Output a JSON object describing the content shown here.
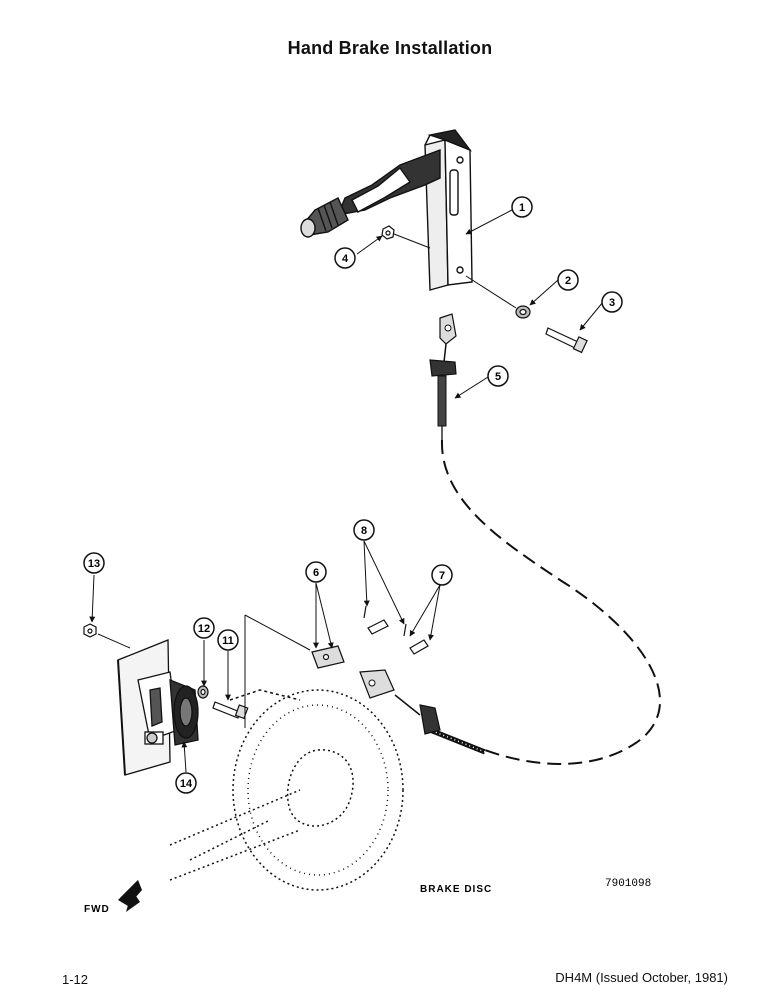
{
  "title": "Hand Brake Installation",
  "callouts": [
    "1",
    "2",
    "3",
    "4",
    "5",
    "6",
    "7",
    "8",
    "11",
    "12",
    "13",
    "14"
  ],
  "labels": {
    "brake_disc": "BRAKE DISC",
    "fwd": "FWD",
    "drawing_number": "7901098"
  },
  "footer": {
    "page": "1-12",
    "doc": "DH4M (Issued October, 1981)"
  }
}
